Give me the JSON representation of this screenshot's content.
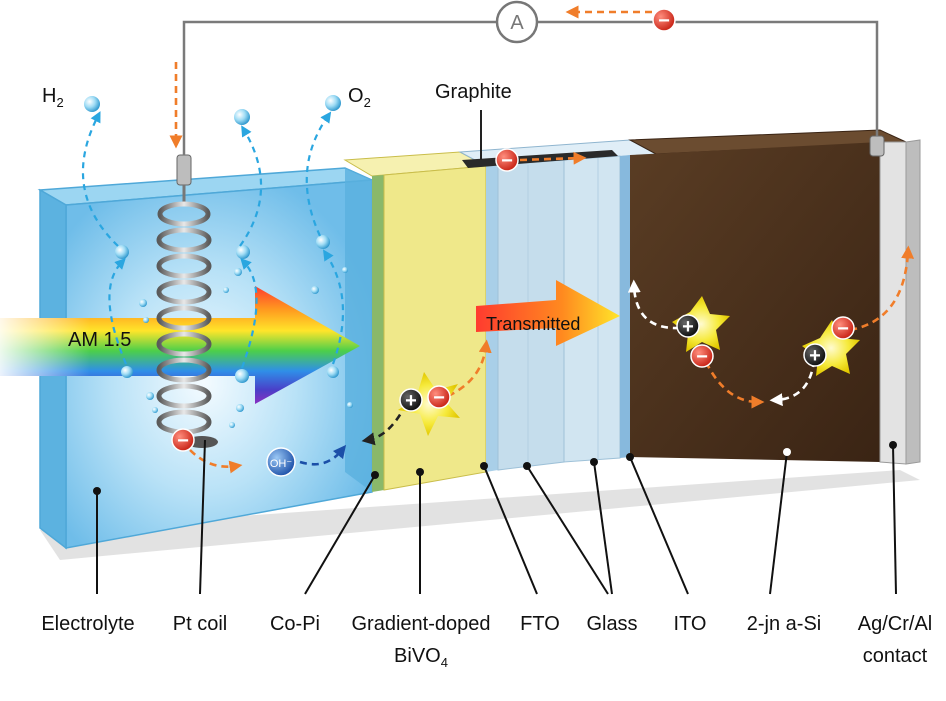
{
  "labels": {
    "h2": {
      "main": "H",
      "sub": "2"
    },
    "o2": {
      "main": "O",
      "sub": "2"
    },
    "graphite": "Graphite",
    "ammeter": "A",
    "am15": "AM 1.5",
    "transmitted": "Transmitted",
    "oh": "OH⁻",
    "bottom": {
      "electrolyte": "Electrolyte",
      "pt_coil": "Pt coil",
      "copi": "Co-Pi",
      "gradient_line1": "Gradient-doped",
      "gradient_line2_main": "BiVO",
      "gradient_line2_sub": "4",
      "fto": "FTO",
      "glass": "Glass",
      "ito": "ITO",
      "asi": "2-jn a-Si",
      "contact_line1": "Ag/Cr/Al",
      "contact_line2": "contact"
    }
  },
  "charges": {
    "electron": "−",
    "hole": "+"
  },
  "colors": {
    "electrolyte": "#7cc8f0",
    "bivo4": "#efe88a",
    "glass": "#c5ddec",
    "asi": "#4b3320",
    "contact": "#d8d8d8",
    "electron": "#e03a2a",
    "hole": "#1a1a1a",
    "arrow_electron": "#f07d2a",
    "arrow_bubble": "#2aa6e0"
  }
}
